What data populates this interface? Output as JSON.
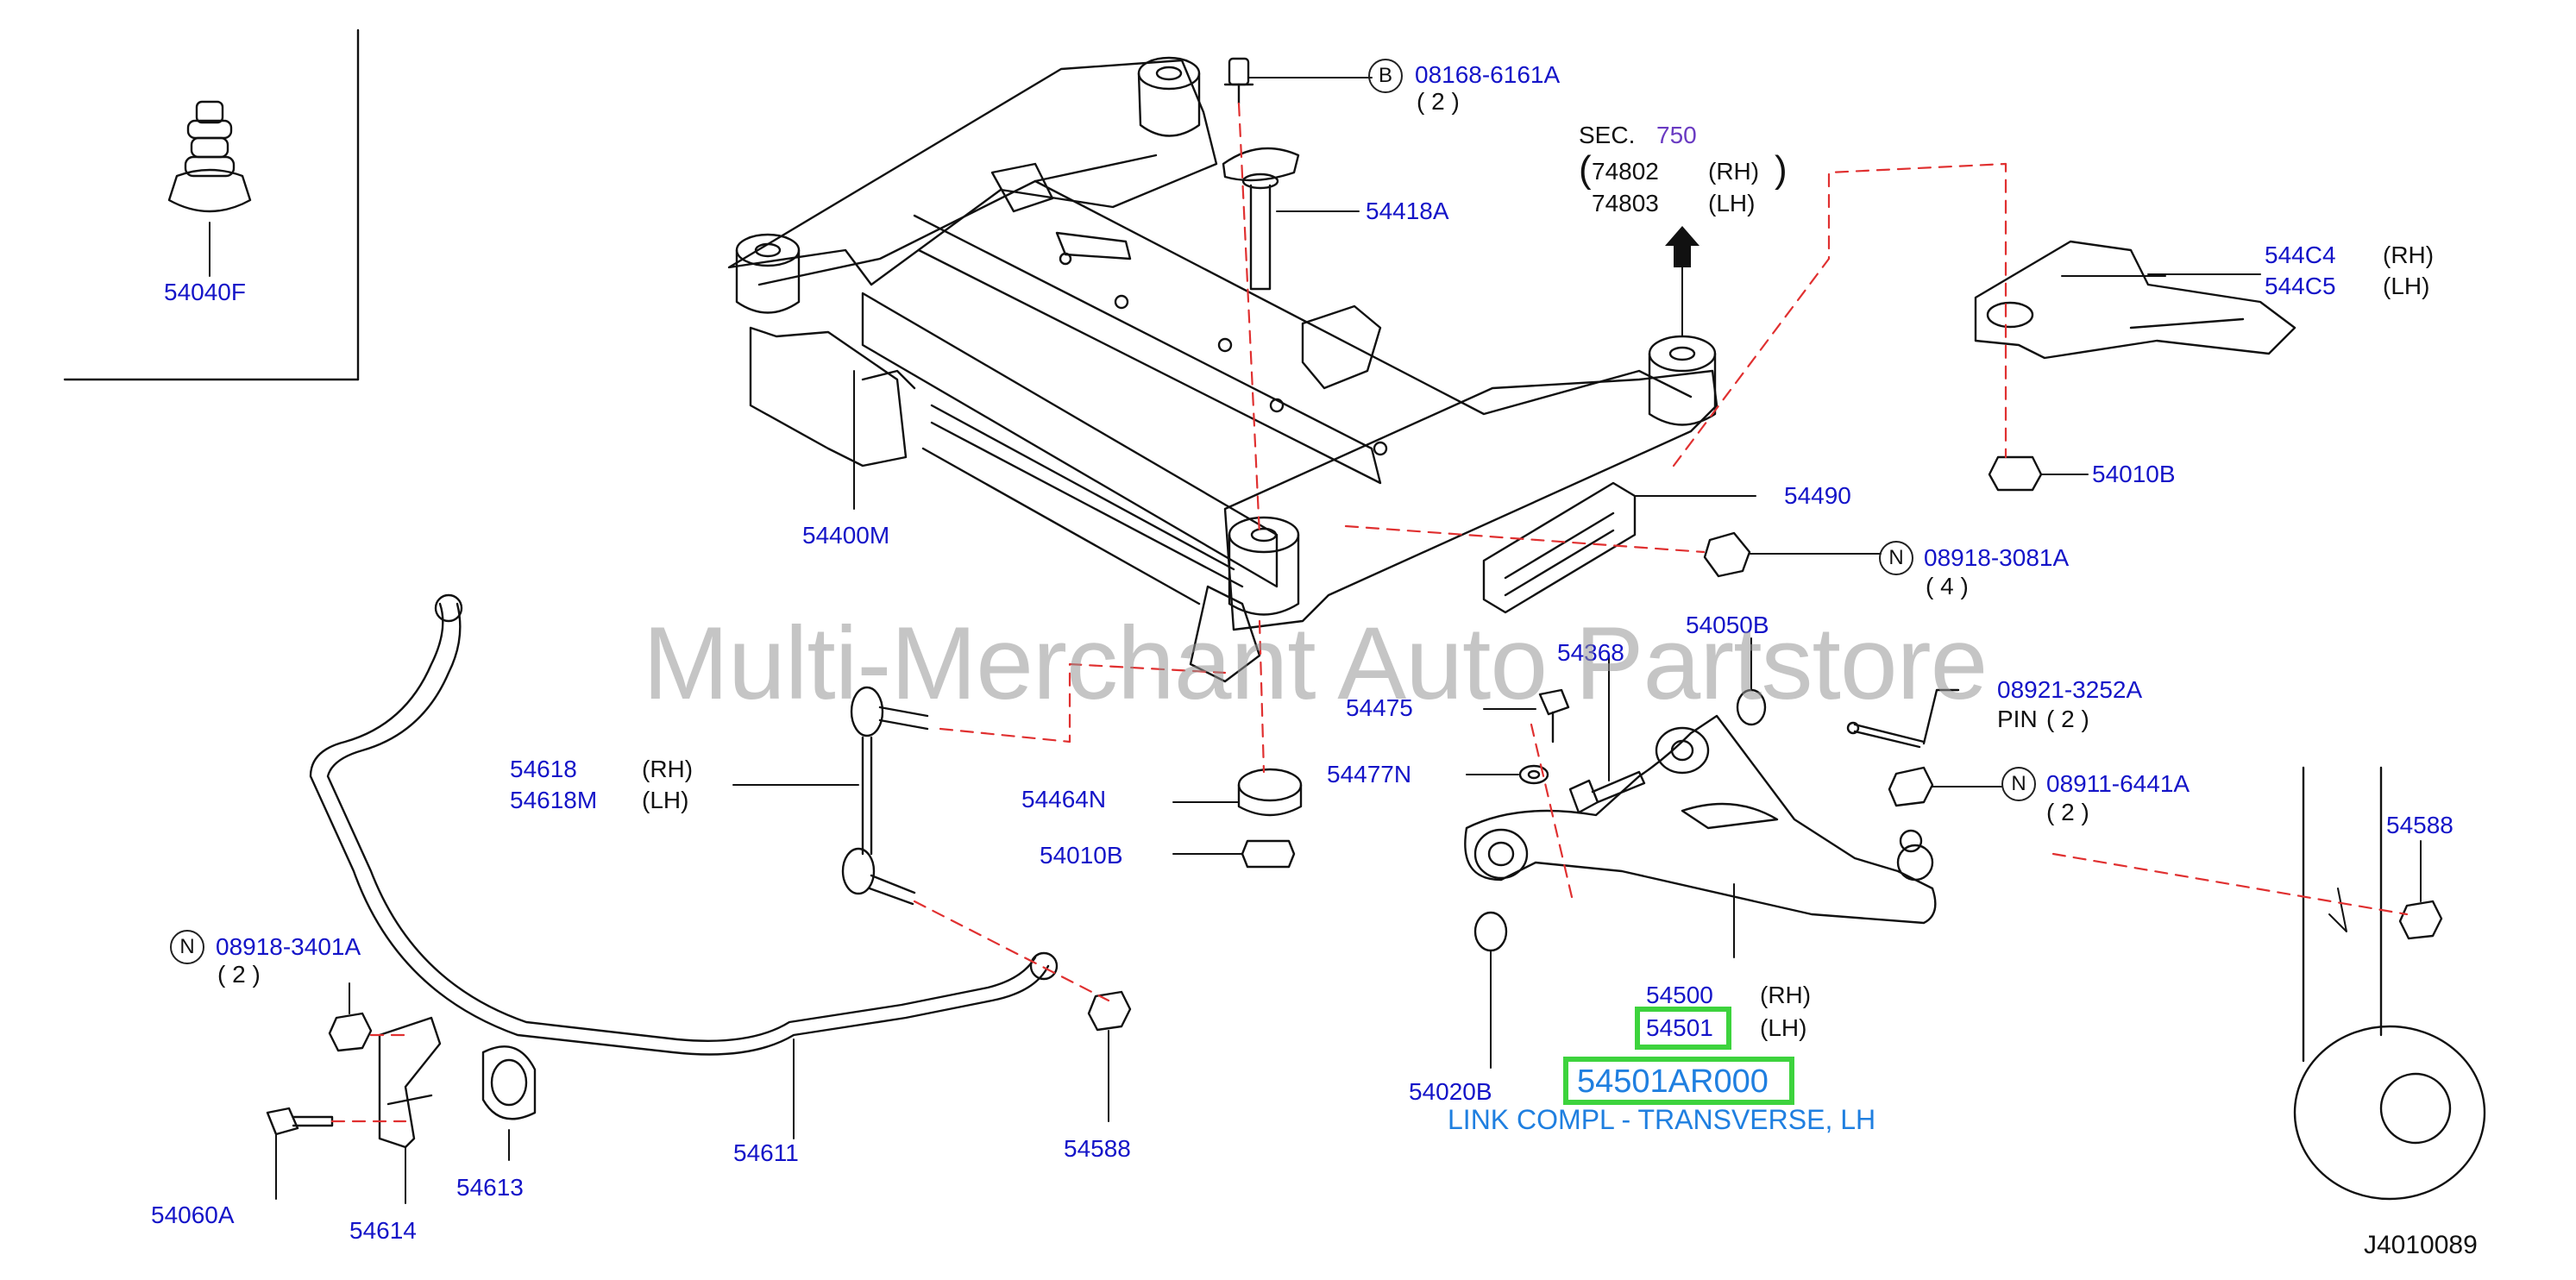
{
  "diagram": {
    "watermark": "Multi-Merchant Auto Partstore",
    "diagram_code": "J4010089",
    "section": {
      "prefix": "SEC.",
      "number": "750"
    },
    "section_refs": [
      {
        "code": "74802",
        "side": "(RH)"
      },
      {
        "code": "74803",
        "side": "(LH)"
      }
    ],
    "parts": {
      "p54040F": "54040F",
      "p08168": "08168-6161A",
      "p08168_qty": "( 2 )",
      "p08168_prefix": "B",
      "p54418A": "54418A",
      "p544C4": "544C4",
      "p544C4_side": "(RH)",
      "p544C5": "544C5",
      "p544C5_side": "(LH)",
      "p54010B_right": "54010B",
      "p54400M": "54400M",
      "p54490": "54490",
      "p08918_3081A": "08918-3081A",
      "p08918_3081A_prefix": "N",
      "p08918_3081A_qty": "( 4 )",
      "p54050B": "54050B",
      "p54368": "54368",
      "p08921": "08921-3252A",
      "p08921_pin": "PIN",
      "p08921_qty": "( 2 )",
      "p54475": "54475",
      "p54477N": "54477N",
      "p08911": "08911-6441A",
      "p08911_prefix": "N",
      "p08911_qty": "( 2 )",
      "p54588_right": "54588",
      "p54618": "54618",
      "p54618_side": "(RH)",
      "p54618M": "54618M",
      "p54618M_side": "(LH)",
      "p54464N": "54464N",
      "p54010B_mid": "54010B",
      "p08918_3401A": "08918-3401A",
      "p08918_3401A_prefix": "N",
      "p08918_3401A_qty": "( 2 )",
      "p54500": "54500",
      "p54500_side": "(RH)",
      "p54501": "54501",
      "p54501_side": "(LH)",
      "p54020B": "54020B",
      "p54611": "54611",
      "p54588_left": "54588",
      "p54613": "54613",
      "p54614": "54614",
      "p54060A": "54060A"
    },
    "highlight": {
      "part_number": "54501AR000",
      "description": "LINK COMPL - TRANSVERSE, LH",
      "color": "#3dd33d"
    }
  }
}
